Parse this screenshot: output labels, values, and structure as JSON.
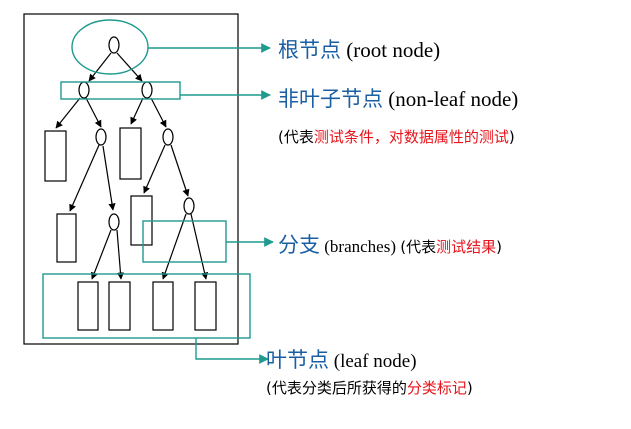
{
  "labels": {
    "root": {
      "cn": "根节点",
      "en": " (root node)"
    },
    "nonleaf": {
      "cn": "非叶子节点",
      "en": " (non-leaf node)"
    },
    "nonleaf_note": {
      "open": "(代表",
      "red1": "测试条件",
      "mid": "，",
      "red2": "对数据属性的测试",
      "close": ")"
    },
    "branches": {
      "cn": "分支",
      "en": " (branches) ",
      "open": "(代表",
      "red": "测试结果",
      "close": ")"
    },
    "leaf": {
      "cn": "叶节点",
      "en": " (leaf node)"
    },
    "leaf_note": {
      "open": "(代表分类后所获得的",
      "red": "分类标记",
      "close": ")"
    }
  },
  "colors": {
    "highlight": "#1e9a8e",
    "label_blue": "#1a5fa3",
    "accent_red": "#e8141b",
    "ink": "#000000"
  }
}
